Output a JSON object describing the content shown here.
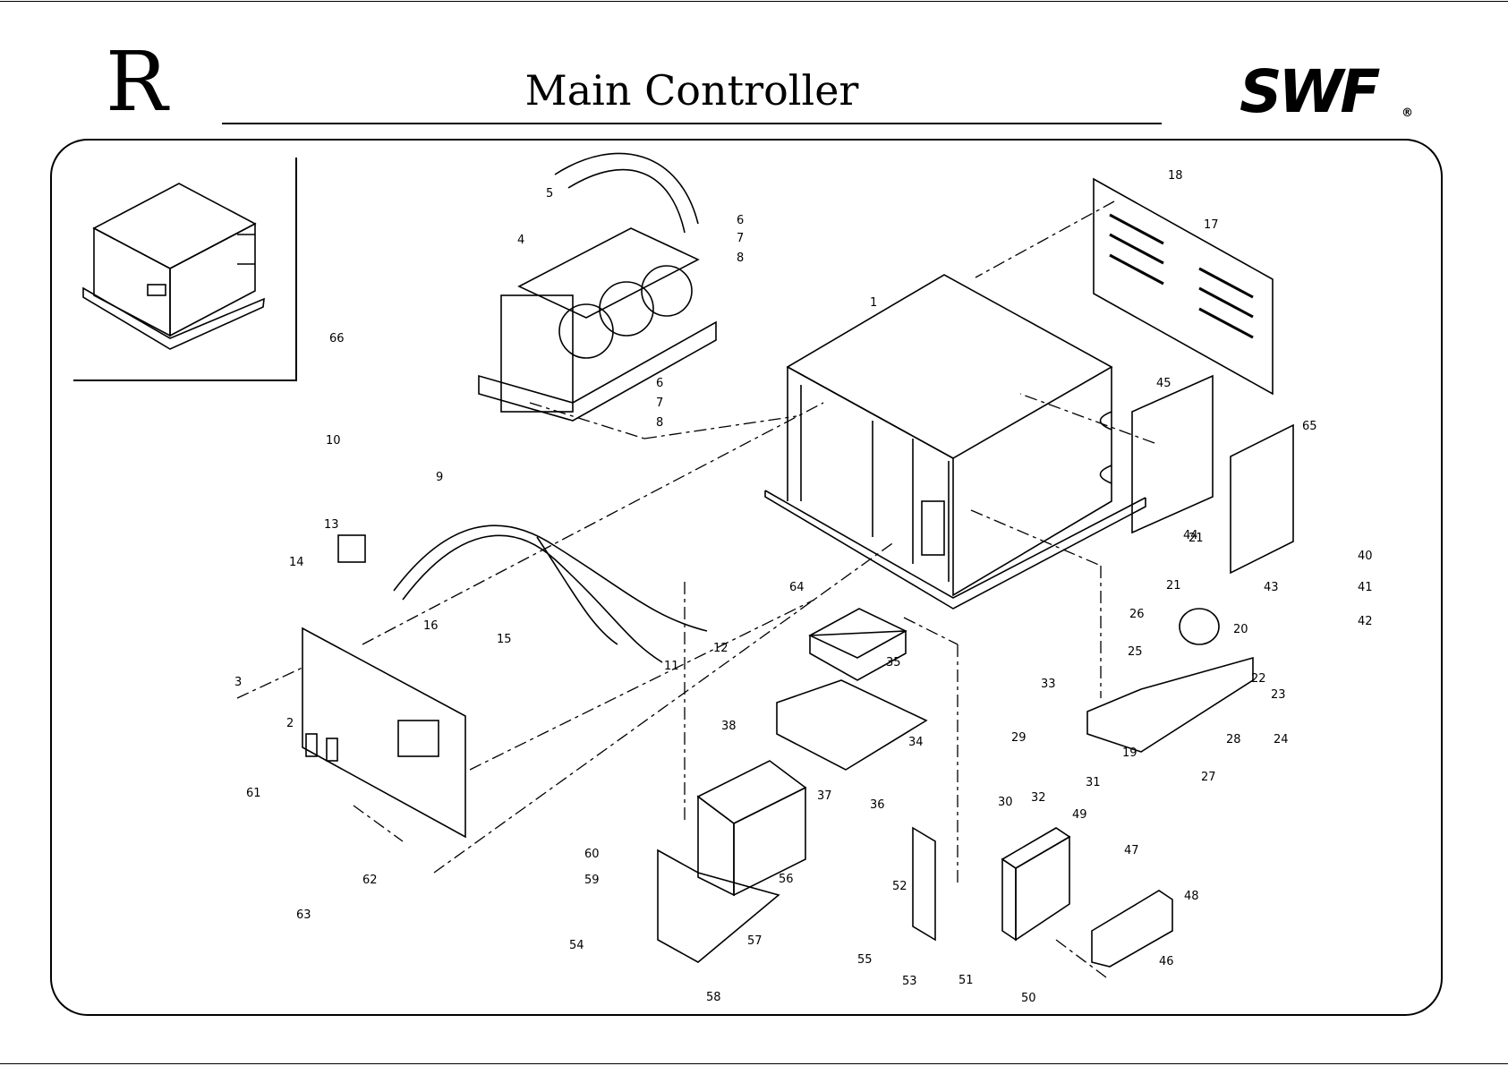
{
  "header": {
    "section_letter": "R",
    "title": "Main Controller",
    "logo_text": "SWF",
    "logo_mark": "®"
  },
  "callouts": {
    "c1": "1",
    "c2": "2",
    "c3": "3",
    "c4": "4",
    "c5": "5",
    "c6a": "6",
    "c7a": "7",
    "c8a": "8",
    "c6b": "6",
    "c7b": "7",
    "c8b": "8",
    "c9": "9",
    "c10": "10",
    "c11": "11",
    "c12": "12",
    "c13": "13",
    "c14": "14",
    "c15": "15",
    "c16": "16",
    "c17": "17",
    "c18": "18",
    "c19": "19",
    "c20": "20",
    "c21a": "21",
    "c21b": "21",
    "c22": "22",
    "c23": "23",
    "c24": "24",
    "c25": "25",
    "c26": "26",
    "c27": "27",
    "c28": "28",
    "c29": "29",
    "c30": "30",
    "c31": "31",
    "c32": "32",
    "c33": "33",
    "c34": "34",
    "c35": "35",
    "c36": "36",
    "c37": "37",
    "c38": "38",
    "c40": "40",
    "c41": "41",
    "c42": "42",
    "c43": "43",
    "c44": "44",
    "c45": "45",
    "c46": "46",
    "c47": "47",
    "c48": "48",
    "c49": "49",
    "c50": "50",
    "c51": "51",
    "c52": "52",
    "c53": "53",
    "c54": "54",
    "c55": "55",
    "c56": "56",
    "c57": "57",
    "c58": "58",
    "c59": "59",
    "c60": "60",
    "c61": "61",
    "c62": "62",
    "c63": "63",
    "c64": "64",
    "c65": "65",
    "c66": "66"
  }
}
